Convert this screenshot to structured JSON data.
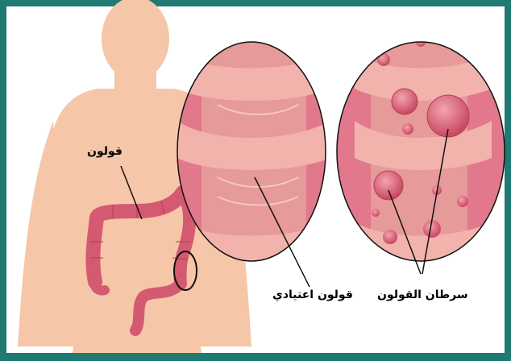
{
  "labels": {
    "colon": "قولون",
    "normal_colon": "قولون اعتيادي",
    "colon_cancer": "سرطان القولون"
  },
  "colors": {
    "frame": "#1f7a73",
    "background": "#ffffff",
    "skin": "#f6c6a8",
    "colon": "#d45a72",
    "tissue_light": "#e79a9a",
    "tissue_fold": "#f3b3ad",
    "tumor": "#e06b80"
  }
}
